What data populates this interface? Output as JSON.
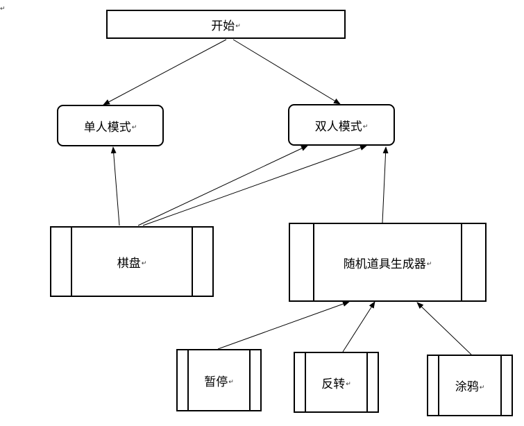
{
  "diagram": {
    "corner_mark": "↵",
    "nodes": {
      "start": {
        "label": "开始"
      },
      "single_mode": {
        "label": "单人模式"
      },
      "double_mode": {
        "label": "双人模式"
      },
      "board": {
        "label": "棋盘"
      },
      "random_gen": {
        "label": "随机道具生成器"
      },
      "pause": {
        "label": "暂停"
      },
      "reverse": {
        "label": "反转"
      },
      "graffiti": {
        "label": "涂鸦"
      }
    },
    "paragraph_mark": "↵",
    "edges": [
      {
        "from": "start",
        "to": "single_mode"
      },
      {
        "from": "start",
        "to": "double_mode"
      },
      {
        "from": "board",
        "to": "single_mode"
      },
      {
        "from": "board",
        "to": "double_mode"
      },
      {
        "from": "board",
        "to": "double_mode"
      },
      {
        "from": "random_gen",
        "to": "double_mode"
      },
      {
        "from": "pause",
        "to": "random_gen"
      },
      {
        "from": "reverse",
        "to": "random_gen"
      },
      {
        "from": "graffiti",
        "to": "random_gen"
      }
    ]
  }
}
